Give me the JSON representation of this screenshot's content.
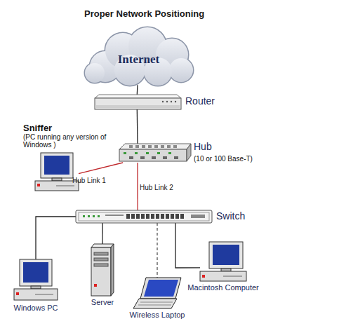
{
  "diagram": {
    "title": "Proper Network Positioning",
    "nodes": [
      {
        "text": [
          "Internet"
        ]
      },
      {
        "text": [
          "Router"
        ]
      },
      {
        "text": [
          "Sniffer",
          "(PC running any version of Windows )"
        ]
      },
      {
        "text": [
          "Hub",
          "(10 or 100 Base-T)"
        ]
      },
      {
        "text": [
          "Switch"
        ]
      },
      {
        "text": [
          "Windows PC"
        ]
      },
      {
        "text": [
          "Server"
        ]
      },
      {
        "text": [
          "Wireless Laptop"
        ]
      },
      {
        "text": [
          "Macintosh Computer"
        ]
      }
    ],
    "edges": [
      {
        "from": 0,
        "to": 1,
        "arrow": "none"
      },
      {
        "from": 1,
        "to": 3,
        "arrow": "none"
      },
      {
        "from": 2,
        "to": 3,
        "label": "Hub Link 1",
        "arrow": "none"
      },
      {
        "from": 3,
        "to": 4,
        "label": "Hub Link 2",
        "arrow": "none"
      },
      {
        "from": 4,
        "to": 5,
        "arrow": "none"
      },
      {
        "from": 4,
        "to": 6,
        "arrow": "none"
      },
      {
        "from": 4,
        "to": 7,
        "arrow": "none"
      },
      {
        "from": 4,
        "to": 8,
        "arrow": "none"
      }
    ]
  }
}
